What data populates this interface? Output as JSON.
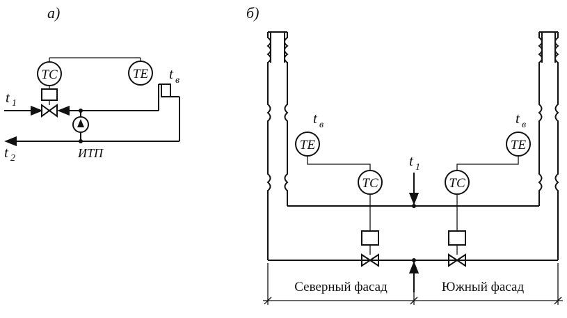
{
  "diagram_a": {
    "label": "а)",
    "controller": "TC",
    "sensor": "TE",
    "t_supply": "t",
    "t_supply_sub": "1",
    "t_return": "t",
    "t_return_sub": "2",
    "t_air": "t",
    "t_air_sub": "в",
    "substation": "ИТП"
  },
  "diagram_b": {
    "label": "б)",
    "sensor_left": "TE",
    "sensor_right": "TE",
    "controller_left": "TC",
    "controller_right": "TC",
    "t_air_left": "t",
    "t_air_left_sub": "в",
    "t_air_right": "t",
    "t_air_right_sub": "в",
    "t_supply": "t",
    "t_supply_sub": "1",
    "zone_left": "Северный фасад",
    "zone_right": "Южный фасад"
  }
}
